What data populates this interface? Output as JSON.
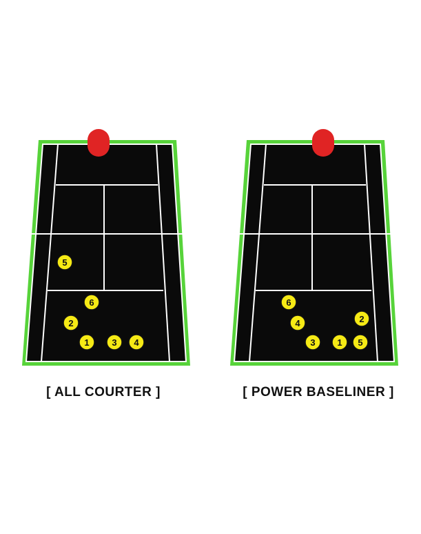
{
  "colors": {
    "court": "#0a0a0a",
    "lines": "#ffffff",
    "border": "#57d33a",
    "marker": "#e02424",
    "ball": "#f6ea15",
    "ball_outline": "#111111"
  },
  "diagrams": [
    {
      "caption": "[ ALL COURTER ]",
      "balls": [
        {
          "label": "5"
        },
        {
          "label": "6"
        },
        {
          "label": "2"
        },
        {
          "label": "1"
        },
        {
          "label": "3"
        },
        {
          "label": "4"
        }
      ]
    },
    {
      "caption": "[ POWER BASELINER ]",
      "balls": [
        {
          "label": "6"
        },
        {
          "label": "4"
        },
        {
          "label": "2"
        },
        {
          "label": "3"
        },
        {
          "label": "1"
        },
        {
          "label": "5"
        }
      ]
    }
  ]
}
